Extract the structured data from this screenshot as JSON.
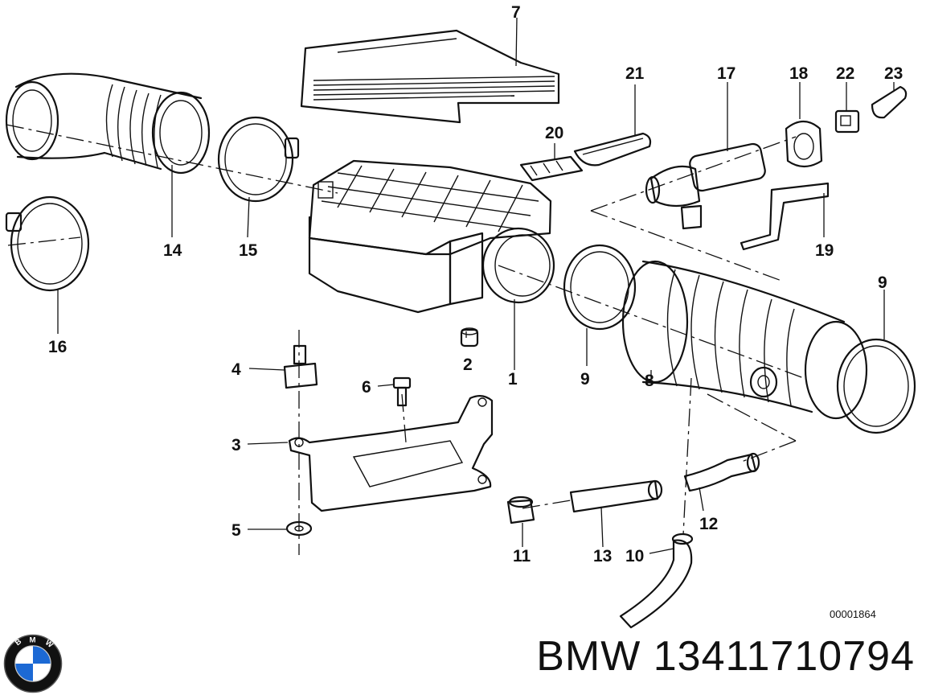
{
  "diagram": {
    "callouts": [
      "1",
      "2",
      "3",
      "4",
      "5",
      "6",
      "7",
      "8",
      "9",
      "9",
      "10",
      "11",
      "12",
      "13",
      "14",
      "15",
      "16",
      "17",
      "18",
      "19",
      "20",
      "21",
      "22",
      "23"
    ],
    "reference_code": "00001864"
  },
  "footer": {
    "brand": "BMW",
    "part_number": "BMW 13411710794",
    "logo_letters": "BMW"
  },
  "colors": {
    "ink": "#111111",
    "background": "#ffffff",
    "logo_blue": "#1c69d4"
  }
}
